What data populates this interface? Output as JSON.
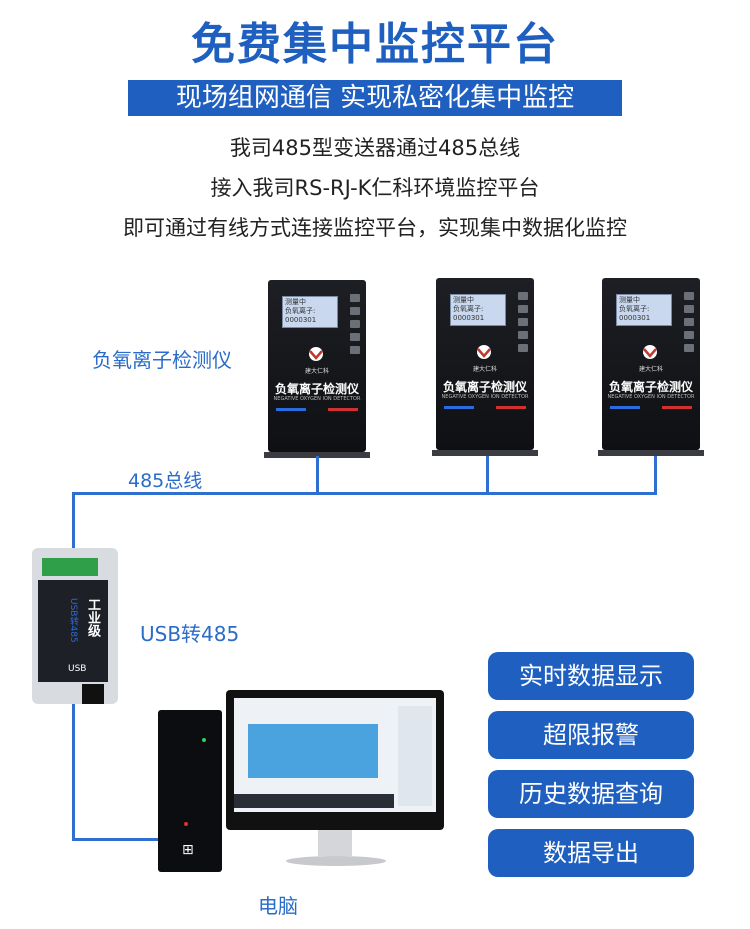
{
  "title": "免费集中监控平台",
  "banner": "现场组网通信  实现私密化集中监控",
  "description": [
    "我司485型变送器通过485总线",
    "接入我司RS-RJ-K仁科环境监控平台",
    "即可通过有线方式连接监控平台，实现集中数据化监控"
  ],
  "labels": {
    "detector": "负氧离子检测仪",
    "bus": "485总线",
    "converter": "USB转485",
    "computer": "电脑"
  },
  "device": {
    "name": "负氧离子检测仪",
    "subtitle": "NEGATIVE OXYGEN ION DETECTOR",
    "brand": "建大仁科",
    "screen_lines": [
      "测量中",
      "负氧离子:",
      "0000301"
    ]
  },
  "converter": {
    "main_text": "工业级",
    "sub_text": "USB转485",
    "port_label": "USB"
  },
  "features": [
    "实时数据显示",
    "超限报警",
    "历史数据查询",
    "数据导出"
  ],
  "colors": {
    "primary": "#1f5fc0",
    "bus": "#2f6fd0"
  }
}
